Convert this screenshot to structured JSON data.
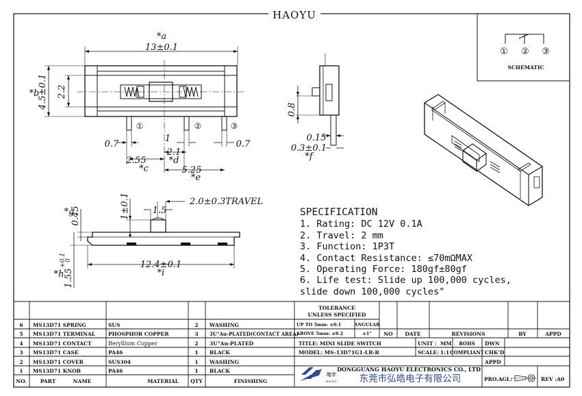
{
  "header": {
    "brand": "HAOYU"
  },
  "schematic": {
    "pins": [
      "①",
      "②",
      "③"
    ],
    "label": "SCHEMATIC"
  },
  "dims": {
    "a": "*a",
    "a_val": "13±0.1",
    "b": "*b",
    "b_val": "4.5±0.1",
    "inner_h": "2.2",
    "pin1": "①",
    "pin2": "②",
    "pin3": "③",
    "left_07": "0.7",
    "mid_1": "1",
    "right_07": "0.7",
    "c_val": "2.55",
    "c": "*c",
    "w21": "2.1",
    "d": "*d",
    "e_val": "5.25",
    "e": "*e",
    "side_08": "0.8",
    "side_015": "0.15",
    "f_val": "0.3±0.1",
    "f": "*f",
    "g": "*g",
    "g_val": "0.45",
    "knob_h": "1±0.1",
    "knob_w": "1.5",
    "travel": "2.0±0.3TRAVEL",
    "bot_len": "12.4±0.1",
    "i": "*i",
    "h": "*h",
    "h_val": "1.55",
    "h_tol_up": "+0.1",
    "h_tol_dn": "0"
  },
  "spec": {
    "title": "SPECIFICATION",
    "lines": [
      "1. Rating: DC 12V 0.1A",
      "2. Travel: 2 mm",
      "3. Function: 1P3T",
      "4. Contact Resistance: ≤70mΩMAX",
      "5. Operating Force: 180gf±80gf",
      "6. Life test: Slide up 100,000 cycles,",
      "slide down 100,000 cycles\""
    ]
  },
  "bom": {
    "headers": [
      "NO.",
      "PART",
      "NAME",
      "MATERIAL",
      "QTY",
      "FINISHING"
    ],
    "rows": [
      {
        "no": "6",
        "part": "MS13D71 SPRING",
        "material": "SUS",
        "qty": "2",
        "finish": "WASHING"
      },
      {
        "no": "5",
        "part": "MS13D71 TERMINAL",
        "material": "PHOSPHOR COPPER",
        "qty": "3",
        "finish": "3U\"Au-PLATED(CONTACT AREA)"
      },
      {
        "no": "4",
        "part": "MS13D71 CONTACT",
        "material": "Beryllium Copper",
        "qty": "2",
        "finish": "3U\"Au-PLATED"
      },
      {
        "no": "3",
        "part": "MS13D71 CASE",
        "material": "PA46",
        "qty": "1",
        "finish": "BLACK"
      },
      {
        "no": "2",
        "part": "MS13D71 COVER",
        "material": "SUS304",
        "qty": "1",
        "finish": "WASHING"
      },
      {
        "no": "1",
        "part": "MS13D71 KNOB",
        "material": "PA46",
        "qty": "1",
        "finish": "BLACK"
      }
    ]
  },
  "title_block": {
    "tolerance": "TOLERANCE",
    "unless": "UNLESS SPECIFIED",
    "up_to": "UP TO 5mm: ±0.1",
    "above": "ABOVE 5mm: ±0.2",
    "angular": "ANGULAR",
    "angular_val": "±1°",
    "no": "NO",
    "date": "DATE",
    "revisions": "REVISIONS",
    "by": "BY",
    "appd": "APPD",
    "title": "TITLE: MINI SLIDE SWITCH",
    "unit_label": "UNIT :",
    "unit_val": "MM",
    "rohs": "ROHS",
    "compliant": "COMPLIANT",
    "dwn": "DWN",
    "chkd": "CHK'D",
    "appd2": "APPD",
    "model": "MODEL: MS-13D71G1-LR-B",
    "scale_label": "SCALE:",
    "scale_val": "1:1",
    "company_en": "DONGGUANG HAOYU ELECTRONICS CO., LTD",
    "company_cn": "东莞市弘皓电子有限公司",
    "logo_cn": "皓宇",
    "logo_en": "HAOYU",
    "proagl": "PRO.AGL:",
    "rev": "REV :A0"
  }
}
